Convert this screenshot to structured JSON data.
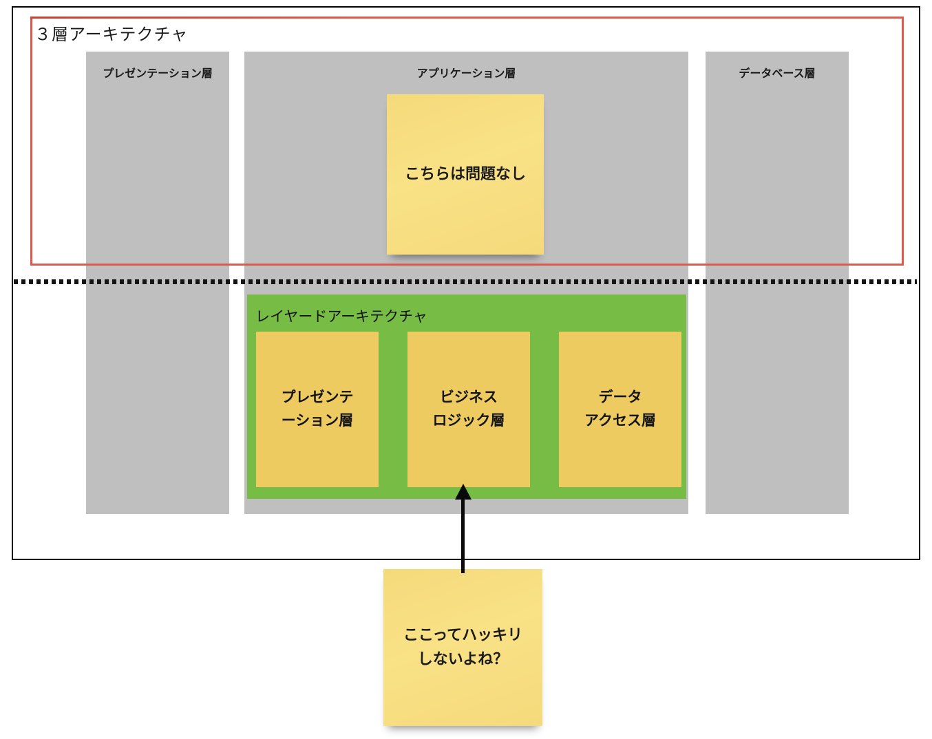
{
  "diagram": {
    "title": "３層アーキテクチャ",
    "tiers": [
      {
        "label": "プレゼンテーション層"
      },
      {
        "label": "アプリケーション層"
      },
      {
        "label": "データベース層"
      }
    ],
    "note_top": {
      "text": "こちらは問題なし"
    },
    "layered": {
      "title": "レイヤードアーキテクチャ",
      "layers": [
        {
          "lines": [
            "プレゼンテ",
            "ーション層"
          ]
        },
        {
          "lines": [
            "ビジネス",
            "ロジック層"
          ]
        },
        {
          "lines": [
            "データ",
            "アクセス層"
          ]
        }
      ]
    },
    "note_bottom": {
      "lines": [
        "ここってハッキリ",
        "しないよね？"
      ]
    },
    "colors": {
      "frame_black": "#000000",
      "highlight_red": "#d95b4b",
      "tier_gray": "#bfbfbf",
      "layered_green": "#77bc44",
      "layer_yellow": "#edcb60",
      "sticky_yellow": "#f8df82",
      "text": "#1b1b1b"
    }
  }
}
